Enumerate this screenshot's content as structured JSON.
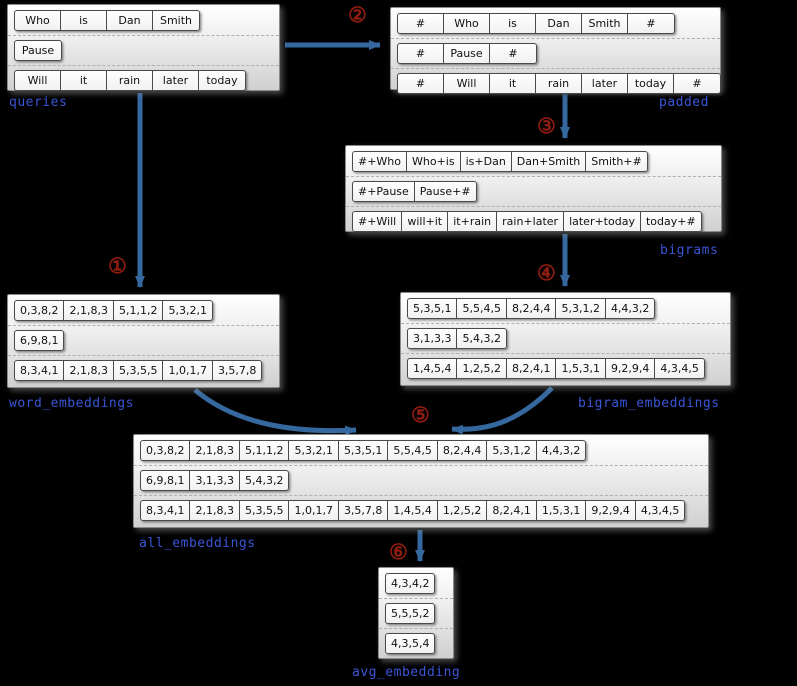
{
  "colors": {
    "background": "#000000",
    "label_blue": "#3a55d6",
    "arrow_blue": "#35689e",
    "step_red": "#8e1c10",
    "panel_gradient_top": "#ffffff",
    "panel_gradient_bottom": "#d0d0d0"
  },
  "steps": [
    "①",
    "②",
    "③",
    "④",
    "⑤",
    "⑥"
  ],
  "boxes": {
    "queries": {
      "label": "queries",
      "rows": [
        [
          "Who",
          "is",
          "Dan",
          "Smith"
        ],
        [
          "Pause"
        ],
        [
          "Will",
          "it",
          "rain",
          "later",
          "today"
        ]
      ]
    },
    "padded": {
      "label": "padded",
      "rows": [
        [
          "#",
          "Who",
          "is",
          "Dan",
          "Smith",
          "#"
        ],
        [
          "#",
          "Pause",
          "#"
        ],
        [
          "#",
          "Will",
          "it",
          "rain",
          "later",
          "today",
          "#"
        ]
      ]
    },
    "bigrams": {
      "label": "bigrams",
      "rows": [
        [
          "#+Who",
          "Who+is",
          "is+Dan",
          "Dan+Smith",
          "Smith+#"
        ],
        [
          "#+Pause",
          "Pause+#"
        ],
        [
          "#+Will",
          "will+it",
          "it+rain",
          "rain+later",
          "later+today",
          "today+#"
        ]
      ]
    },
    "word_embeddings": {
      "label": "word_embeddings",
      "rows": [
        [
          "0,3,8,2",
          "2,1,8,3",
          "5,1,1,2",
          "5,3,2,1"
        ],
        [
          "6,9,8,1"
        ],
        [
          "8,3,4,1",
          "2,1,8,3",
          "5,3,5,5",
          "1,0,1,7",
          "3,5,7,8"
        ]
      ]
    },
    "bigram_embeddings": {
      "label": "bigram_embeddings",
      "rows": [
        [
          "5,3,5,1",
          "5,5,4,5",
          "8,2,4,4",
          "5,3,1,2",
          "4,4,3,2"
        ],
        [
          "3,1,3,3",
          "5,4,3,2"
        ],
        [
          "1,4,5,4",
          "1,2,5,2",
          "8,2,4,1",
          "1,5,3,1",
          "9,2,9,4",
          "4,3,4,5"
        ]
      ]
    },
    "all_embeddings": {
      "label": "all_embeddings",
      "rows": [
        [
          "0,3,8,2",
          "2,1,8,3",
          "5,1,1,2",
          "5,3,2,1",
          "5,3,5,1",
          "5,5,4,5",
          "8,2,4,4",
          "5,3,1,2",
          "4,4,3,2"
        ],
        [
          "6,9,8,1",
          "3,1,3,3",
          "5,4,3,2"
        ],
        [
          "8,3,4,1",
          "2,1,8,3",
          "5,3,5,5",
          "1,0,1,7",
          "3,5,7,8",
          "1,4,5,4",
          "1,2,5,2",
          "8,2,4,1",
          "1,5,3,1",
          "9,2,9,4",
          "4,3,4,5"
        ]
      ]
    },
    "avg_embedding": {
      "label": "avg_embedding",
      "rows": [
        [
          "4,3,4,2"
        ],
        [
          "5,5,5,2"
        ],
        [
          "4,3,5,4"
        ]
      ]
    }
  }
}
